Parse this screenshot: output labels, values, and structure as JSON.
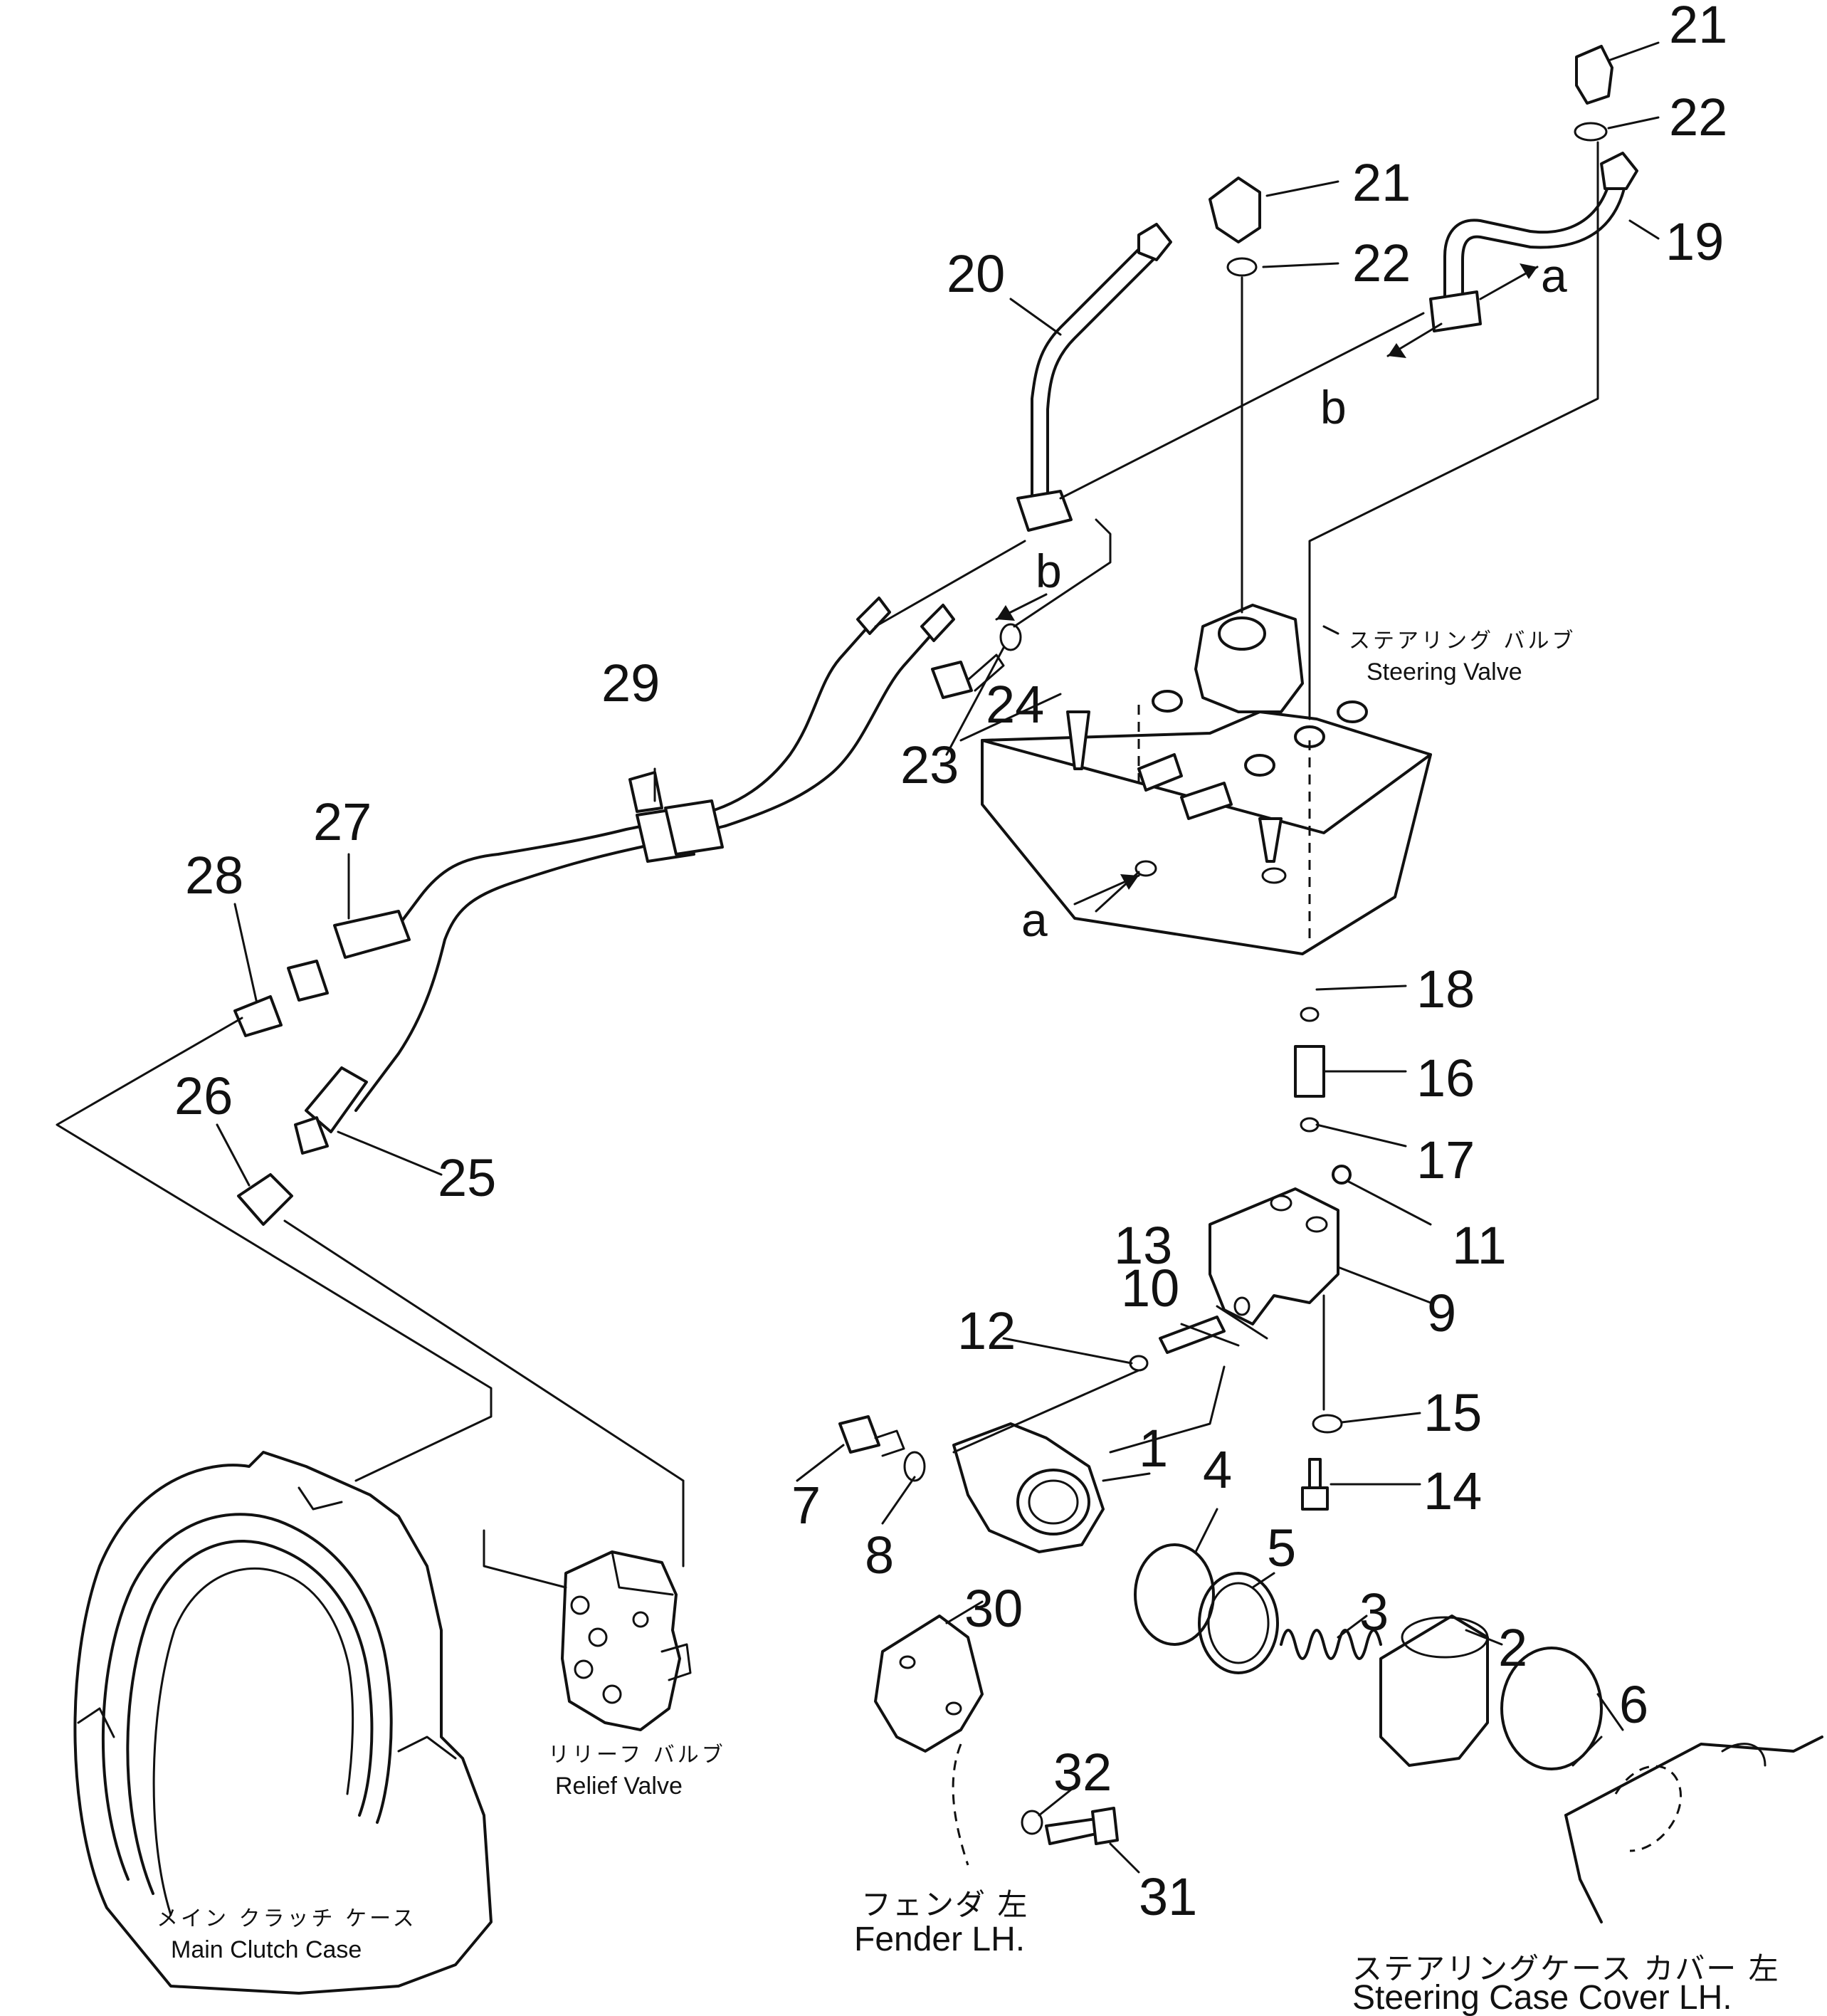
{
  "diagram": {
    "callouts": [
      "1",
      "2",
      "3",
      "4",
      "5",
      "6",
      "7",
      "8",
      "9",
      "10",
      "11",
      "12",
      "13",
      "14",
      "15",
      "16",
      "17",
      "18",
      "19",
      "20",
      "21",
      "22",
      "23",
      "24",
      "25",
      "26",
      "27",
      "28",
      "29",
      "30",
      "31",
      "32"
    ],
    "connection_markers": [
      "a",
      "b"
    ],
    "component_labels": {
      "steering_valve": {
        "jp": "ステアリング バルブ",
        "en": "Steering Valve"
      },
      "relief_valve": {
        "jp": "リリーフ バルブ",
        "en": "Relief Valve"
      },
      "main_clutch_case": {
        "jp": "メイン クラッチ ケース",
        "en": "Main Clutch Case"
      },
      "fender_lh": {
        "jp": "フェンダ 左",
        "en": "Fender LH."
      },
      "steering_case_cover_lh": {
        "jp": "ステアリングケース カバー 左",
        "en": "Steering Case Cover LH."
      }
    }
  }
}
